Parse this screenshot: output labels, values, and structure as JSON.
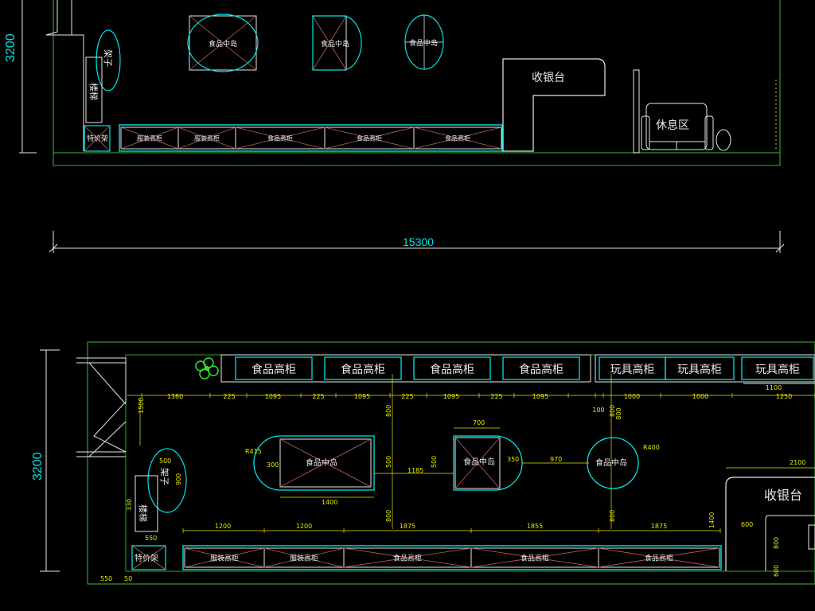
{
  "elevation": {
    "height_dim": "3200",
    "length_dim": "15300",
    "shelf_label": "架子",
    "stair_label": "楼梯",
    "promo_rack": "特价架",
    "island_1": "食品中岛",
    "island_2": "食品中岛",
    "island_3": "食品中岛",
    "cashier": "收银台",
    "rest_area": "休息区",
    "low_cabinets": [
      "服装高柜",
      "服装高柜",
      "食品高柜",
      "食品高柜",
      "食品高柜"
    ]
  },
  "plan": {
    "height_dim": "3200",
    "top_cabinets": [
      "食品高柜",
      "食品高柜",
      "食品高柜",
      "食品高柜",
      "玩具高柜",
      "玩具高柜",
      "玩具高柜"
    ],
    "top_dims": [
      "1380",
      "225",
      "1095",
      "225",
      "1095",
      "225",
      "1095",
      "225",
      "1095",
      "100",
      "1000",
      "1000",
      "1100",
      "1250"
    ],
    "left_dim": "1500",
    "island_1": "食品中岛",
    "island_2": "食品中岛",
    "island_3": "食品中岛",
    "island_dims": {
      "r1": "R415",
      "w300": "300",
      "w1400": "1400",
      "d1185": "1185",
      "d500a": "500",
      "w700": "700",
      "h500": "500",
      "d350": "350",
      "d970": "970",
      "r400": "R400",
      "v800a": "800",
      "v800b": "800",
      "v800c": "800",
      "v800d": "800",
      "v800e": "800",
      "v800f": "800"
    },
    "shelf_label": "架子",
    "shelf_dims": [
      "500",
      "900"
    ],
    "stair_label": "楼梯",
    "stair_dim": "330",
    "promo_rack": "特价架",
    "promo_dim": "550",
    "cashier": "收银台",
    "cashier_dims": [
      "2100",
      "600",
      "1400",
      "800",
      "600"
    ],
    "bottom_dims": [
      "1200",
      "1200",
      "1875",
      "1855",
      "1875"
    ],
    "corner_dims": [
      "550",
      "50"
    ],
    "bottom_cabinets": [
      "服装高柜",
      "服装高柜",
      "食品高柜",
      "食品高柜",
      "食品高柜"
    ]
  },
  "colors": {
    "line": "#00e5e5",
    "white": "#e8e8e8",
    "dim": "#e6e600",
    "wall": "#2e9d2e",
    "fill_lines": "#c06060",
    "background": "#000000"
  }
}
